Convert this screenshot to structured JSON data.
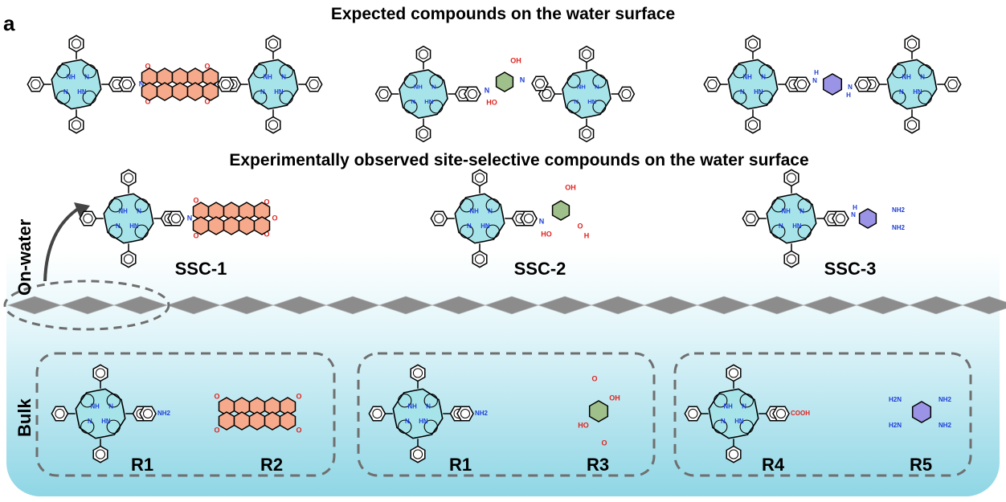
{
  "panel_label": "a",
  "headings": {
    "expected": "Expected compounds on the water surface",
    "observed": "Experimentally observed site-selective compounds on the water surface"
  },
  "side_labels": {
    "on_water": "On-water",
    "bulk": "Bulk"
  },
  "compound_labels": {
    "ssc1": "SSC-1",
    "ssc2": "SSC-2",
    "ssc3": "SSC-3"
  },
  "reactant_labels": {
    "r1a": "R1",
    "r2": "R2",
    "r1b": "R1",
    "r3": "R3",
    "r4": "R4",
    "r5": "R5"
  },
  "atom_labels": {
    "nh": "NH",
    "hn": "HN",
    "n": "N",
    "o": "O",
    "oh": "OH",
    "ho": "HO",
    "h": "H",
    "nh2": "NH2",
    "h2n": "H2N",
    "cooh": "COOH"
  },
  "colors": {
    "porphyrin": "#a6e4ea",
    "perylene": "#f7a98b",
    "benzene_green": "#9fc08a",
    "benzimidazole": "#9b93e6",
    "text_blue": "#1f3fd6",
    "text_red": "#e0211d",
    "water_top": "#ffffff",
    "water_bottom": "#8fd6e5",
    "dash": "#6f6f6f",
    "surface": "#8c8c8c"
  }
}
